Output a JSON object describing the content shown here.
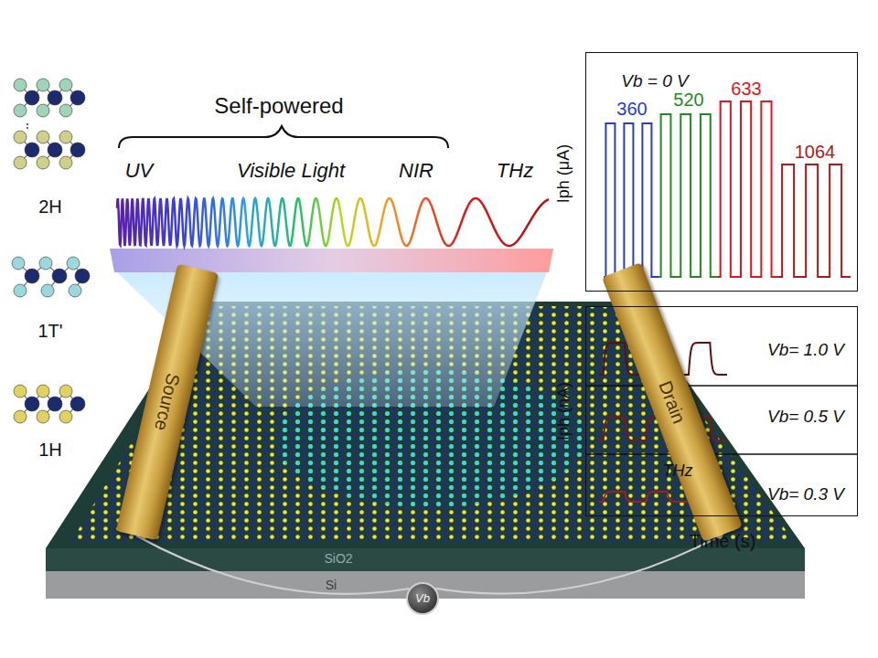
{
  "diagram": {
    "nodes": [
      {
        "text": [
          "Source"
        ]
      },
      {
        "text": [
          "Drain"
        ]
      },
      {
        "text": [
          "Vb"
        ]
      },
      {
        "text": [
          "Vb = 0 V",
          "360",
          "520",
          "633",
          "1064"
        ]
      },
      {
        "text": [
          "Vb= 1.0 V",
          "Vb= 0.5 V",
          "THz",
          "Vb= 0.3 V"
        ]
      }
    ],
    "edges": [
      {
        "from": 0,
        "to": 2,
        "arrow": "none"
      },
      {
        "from": 2,
        "to": 1,
        "arrow": "none"
      }
    ],
    "labels": [
      "Self-powered",
      "UV",
      "Visible Light",
      "NIR",
      "THz",
      "2H",
      "1T'",
      "1H",
      "SiO2",
      "Si",
      "Iph (μA)",
      "Iph (nA)",
      "Time (s)"
    ]
  }
}
